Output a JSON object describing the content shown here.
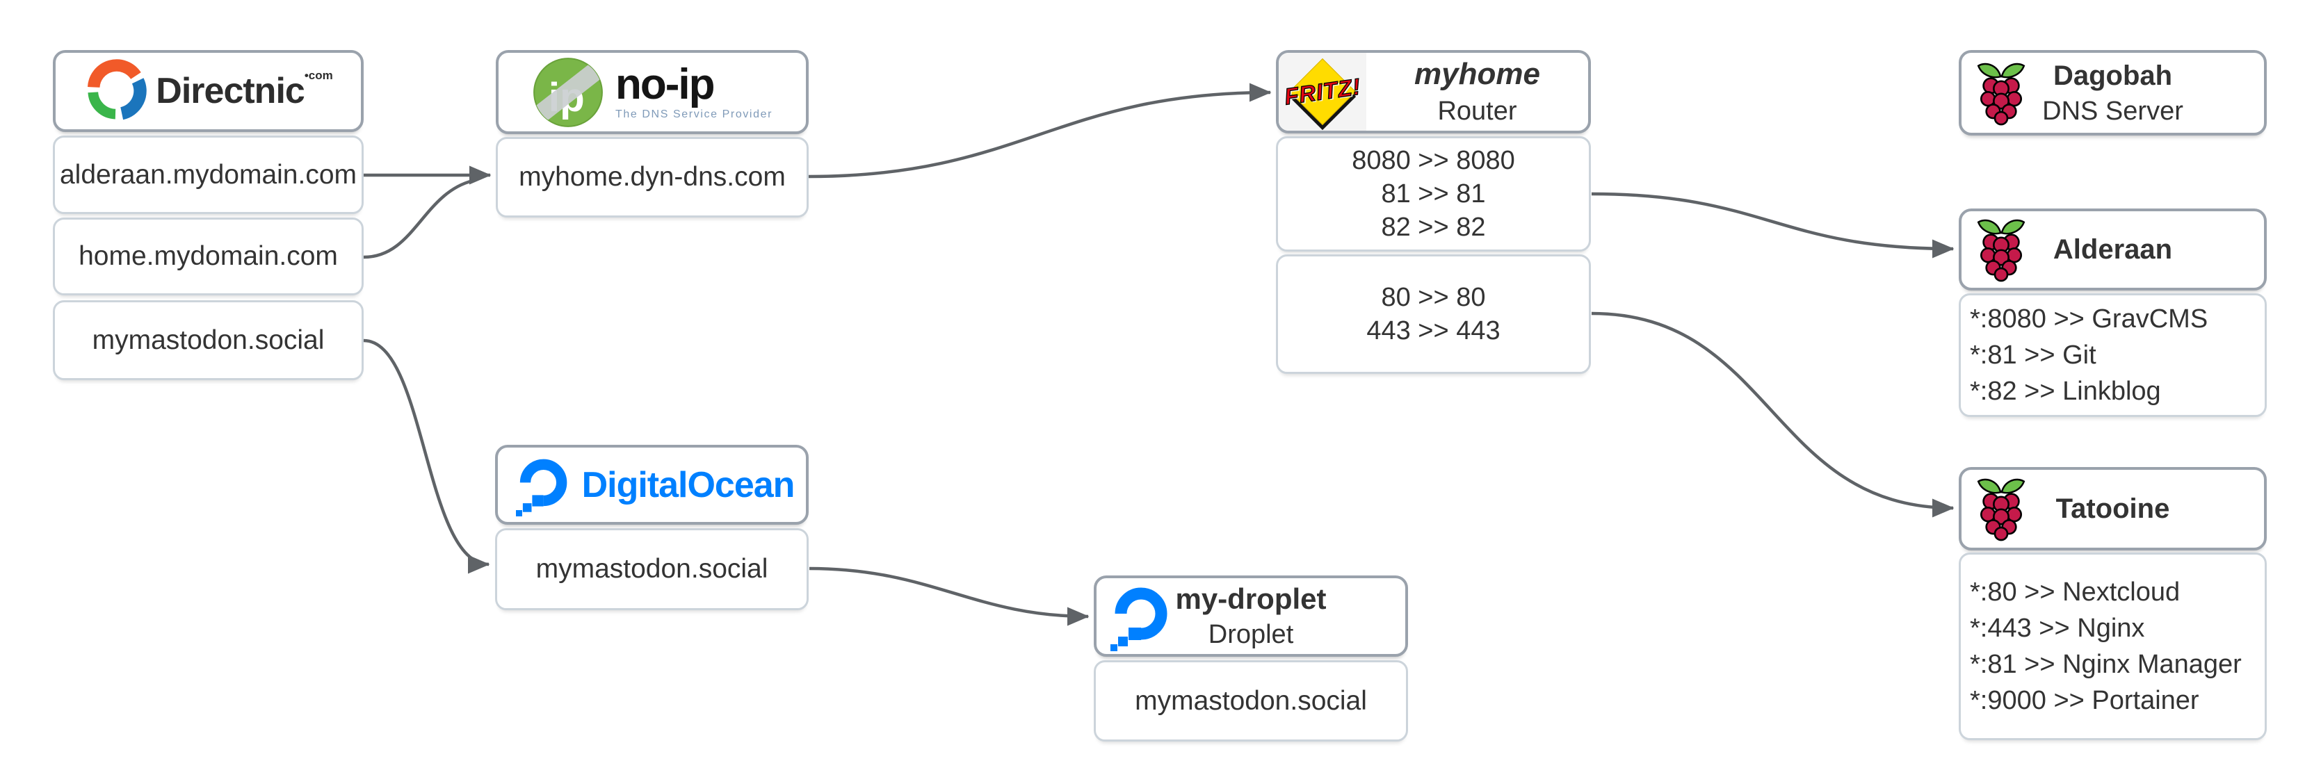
{
  "nodes": {
    "directnic": {
      "brand": "Directnic",
      "brand_suffix": "•com",
      "domains": [
        "alderaan.mydomain.com",
        "home.mydomain.com",
        "mymastodon.social"
      ]
    },
    "noip": {
      "brand": "no-ip",
      "tagline": "The DNS Service Provider",
      "domain": "myhome.dyn-dns.com"
    },
    "router": {
      "logo_text": "FRITZ!",
      "title": "myhome",
      "subtitle": "Router",
      "forward_group_1": [
        "8080 >> 8080",
        "81 >> 81",
        "82 >> 82"
      ],
      "forward_group_2": [
        "80 >> 80",
        "443 >> 443"
      ]
    },
    "dagobah": {
      "title": "Dagobah",
      "subtitle": "DNS Server"
    },
    "alderaan": {
      "title": "Alderaan",
      "services": [
        "*:8080 >> GravCMS",
        "*:81 >> Git",
        "*:82 >> Linkblog"
      ]
    },
    "tatooine": {
      "title": "Tatooine",
      "services": [
        "*:80 >> Nextcloud",
        "*:443 >> Nginx",
        "*:81 >> Nginx Manager",
        "*:9000 >> Portainer"
      ]
    },
    "digitalocean": {
      "brand": "DigitalOcean",
      "domain": "mymastodon.social"
    },
    "droplet": {
      "title": "my-droplet",
      "subtitle": "Droplet",
      "domain": "mymastodon.social"
    }
  },
  "colors": {
    "arrow": "#5f6367",
    "header_border": "#9aa2ac",
    "child_border": "#ccd4db",
    "text": "#333333",
    "fritz_red": "#e30613",
    "fritz_yellow": "#ffdc00",
    "noip_green": "#7ab648",
    "noip_tagline": "#7f9ab8",
    "digitalocean_blue": "#0080ff",
    "raspberry_berry": "#c51a4a",
    "raspberry_leaf": "#6cc04a",
    "directnic_orange": "#f15a29",
    "directnic_blue": "#1b75bc",
    "directnic_green": "#3ab54a"
  }
}
